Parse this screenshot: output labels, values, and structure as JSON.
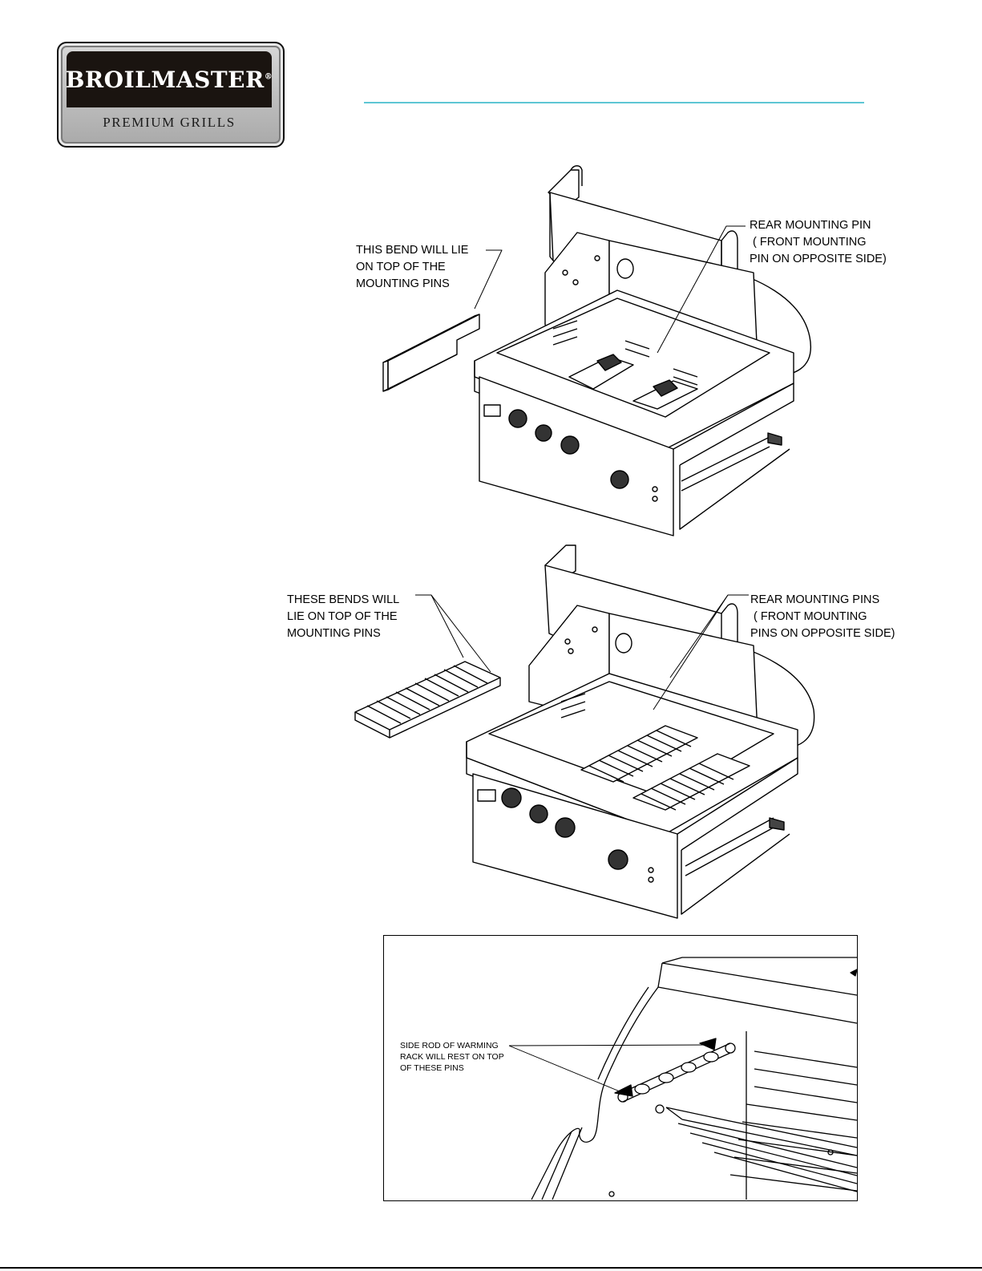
{
  "logo": {
    "brand": "BROILMASTER",
    "registered": "®",
    "tagline": "PREMIUM GRILLS"
  },
  "colors": {
    "accent_rule": "#5ec6d4",
    "logo_dark": "#1a1410",
    "logo_plate": "#bdbdbd"
  },
  "figure1": {
    "callout_left": "THIS BEND WILL LIE\nON TOP OF THE\nMOUNTING PINS",
    "callout_right": "REAR MOUNTING PIN\n ( FRONT MOUNTING\nPIN ON OPPOSITE SIDE)"
  },
  "figure2": {
    "callout_left": "THESE BENDS WILL\nLIE ON TOP OF THE\nMOUNTING PINS",
    "callout_right": "REAR MOUNTING PINS\n ( FRONT MOUNTING\nPINS ON OPPOSITE SIDE)"
  },
  "figure3": {
    "callout": "SIDE ROD OF WARMING\nRACK WILL REST ON TOP\nOF THESE PINS"
  }
}
